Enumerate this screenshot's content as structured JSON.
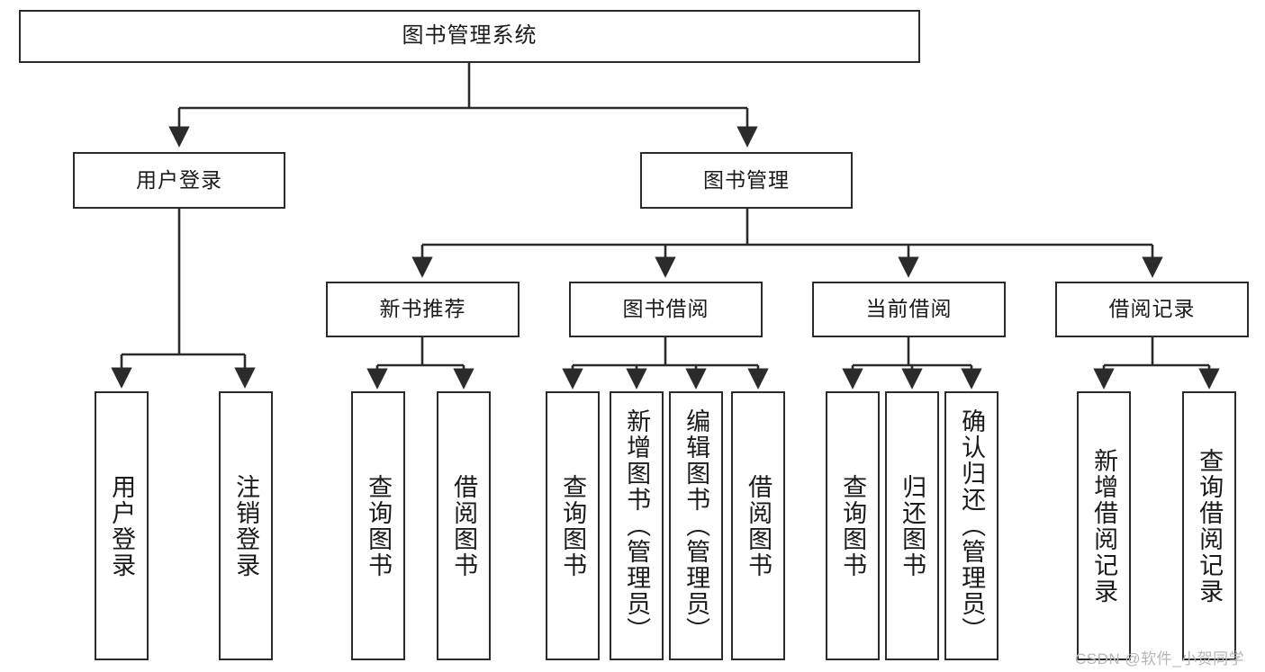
{
  "diagram": {
    "title": "图书管理系统",
    "type": "hierarchy-tree",
    "root": {
      "label": "图书管理系统"
    },
    "level1": [
      {
        "label": "用户登录"
      },
      {
        "label": "图书管理"
      }
    ],
    "level2": [
      {
        "label": "新书推荐"
      },
      {
        "label": "图书借阅"
      },
      {
        "label": "当前借阅"
      },
      {
        "label": "借阅记录"
      }
    ],
    "leaves": {
      "user_login": [
        {
          "label": "用户登录"
        },
        {
          "label": "注销登录"
        }
      ],
      "new_book_recommend": [
        {
          "label": "查询图书"
        },
        {
          "label": "借阅图书"
        }
      ],
      "book_borrow": [
        {
          "label": "查询图书"
        },
        {
          "label": "新增图书（管理员）"
        },
        {
          "label": "编辑图书（管理员）"
        },
        {
          "label": "借阅图书"
        }
      ],
      "current_borrow": [
        {
          "label": "查询图书"
        },
        {
          "label": "归还图书"
        },
        {
          "label": "确认归还（管理员）"
        }
      ],
      "borrow_record": [
        {
          "label": "新增借阅记录"
        },
        {
          "label": "查询借阅记录"
        }
      ]
    }
  },
  "watermark": {
    "text": "CSDN @软件_小贺同学"
  },
  "colors": {
    "stroke": "#2b2b2b",
    "background": "#ffffff",
    "text": "#1a1a1a",
    "watermark": "#b6b6b6"
  }
}
